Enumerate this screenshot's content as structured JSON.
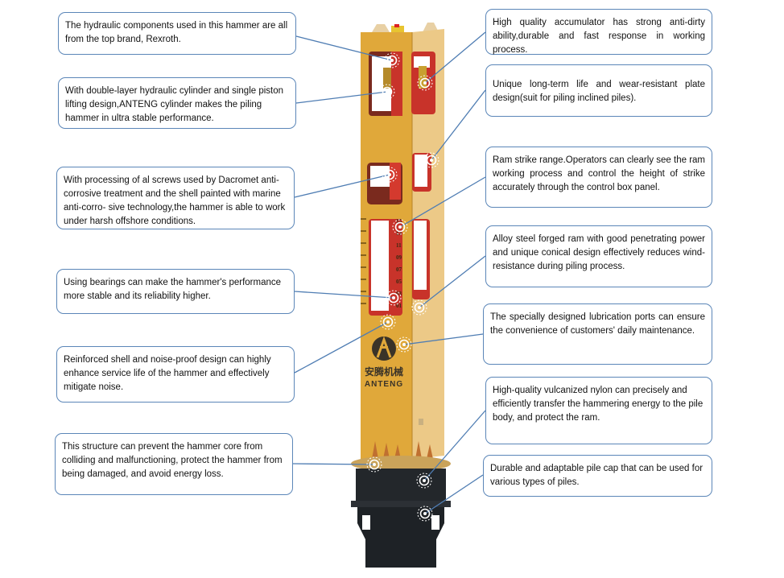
{
  "brand": {
    "logo_text_cn": "安腾机械",
    "logo_text_en": "ANTENG",
    "scale_marks": [
      "15",
      "13",
      "11",
      "09",
      "07",
      "05",
      "03",
      "01"
    ]
  },
  "colors": {
    "body_front": "#e0a83a",
    "body_side": "#ecc987",
    "frame_red": "#c8332a",
    "base": "#23272b",
    "leader": "#4f7db3"
  },
  "callouts_left": [
    {
      "text": "The hydraulic components used in this hammer are all from the top brand, Rexroth."
    },
    {
      "text": "With double-layer hydraulic cylinder and single piston lifting design,ANTENG cylinder makes the piling hammer in ultra stable performance."
    },
    {
      "text": "With processing of al screws used by Dacromet anti-corrosive treatment and the shell painted with marine anti-corro- sive technology,the hammer is able to work under harsh offshore conditions."
    },
    {
      "text": "Using bearings can make the hammer's performance more stable and its reliability higher."
    },
    {
      "text": "Reinforced shell and noise-proof design can highly enhance service life of the hammer and effectively mitigate noise."
    },
    {
      "text": "This structure can prevent the hammer core from colliding and malfunctioning, protect the hammer from being damaged, and avoid energy loss."
    }
  ],
  "callouts_right": [
    {
      "text": "High quality accumulator has strong anti-dirty ability,durable and fast response in working process."
    },
    {
      "text": "Unique long-term life and wear-resistant plate design(suit for piling inclined piles)."
    },
    {
      "text": "Ram strike range.Operators can clearly see the ram working process and control the height of strike accurately through the control box panel."
    },
    {
      "text": "Alloy steel forged ram with good penetrating power and unique conical design effectively reduces wind-resistance during piling process."
    },
    {
      "text": "The specially designed lubrication ports can ensure the convenience of customers' daily maintenance."
    },
    {
      "text": "High-quality vulcanized nylon can precisely and efficiently transfer the hammering energy to the pile body, and protect the ram."
    },
    {
      "text": "Durable and adaptable pile cap that can be used for various types of piles."
    }
  ]
}
